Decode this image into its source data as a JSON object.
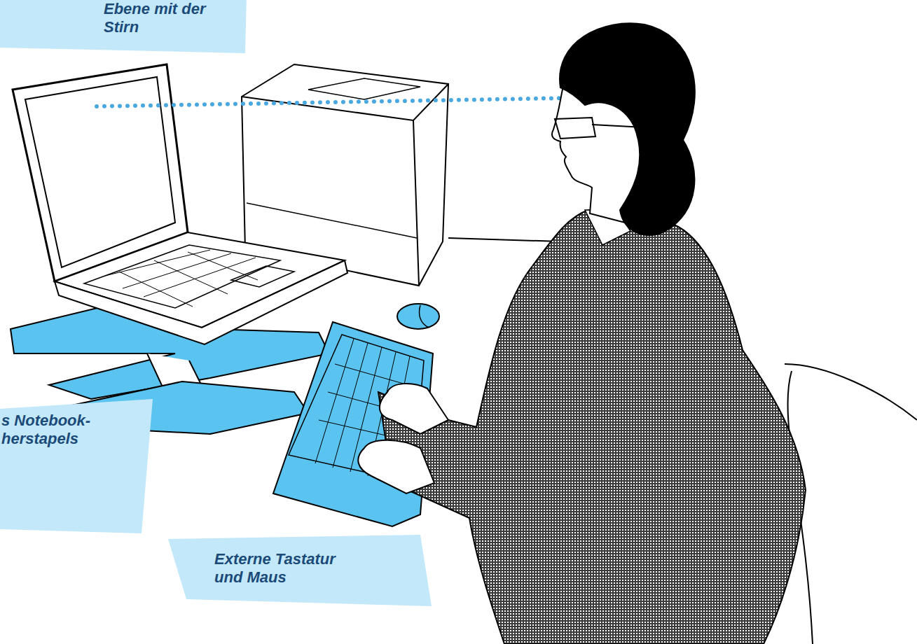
{
  "diagram": {
    "nodes": [
      {
        "text": [
          "Ebene mit der Stirn"
        ]
      },
      {
        "text": [
          "s Notebook- herstapels"
        ]
      },
      {
        "text": [
          "Externe Tastatur und Maus"
        ]
      }
    ]
  }
}
